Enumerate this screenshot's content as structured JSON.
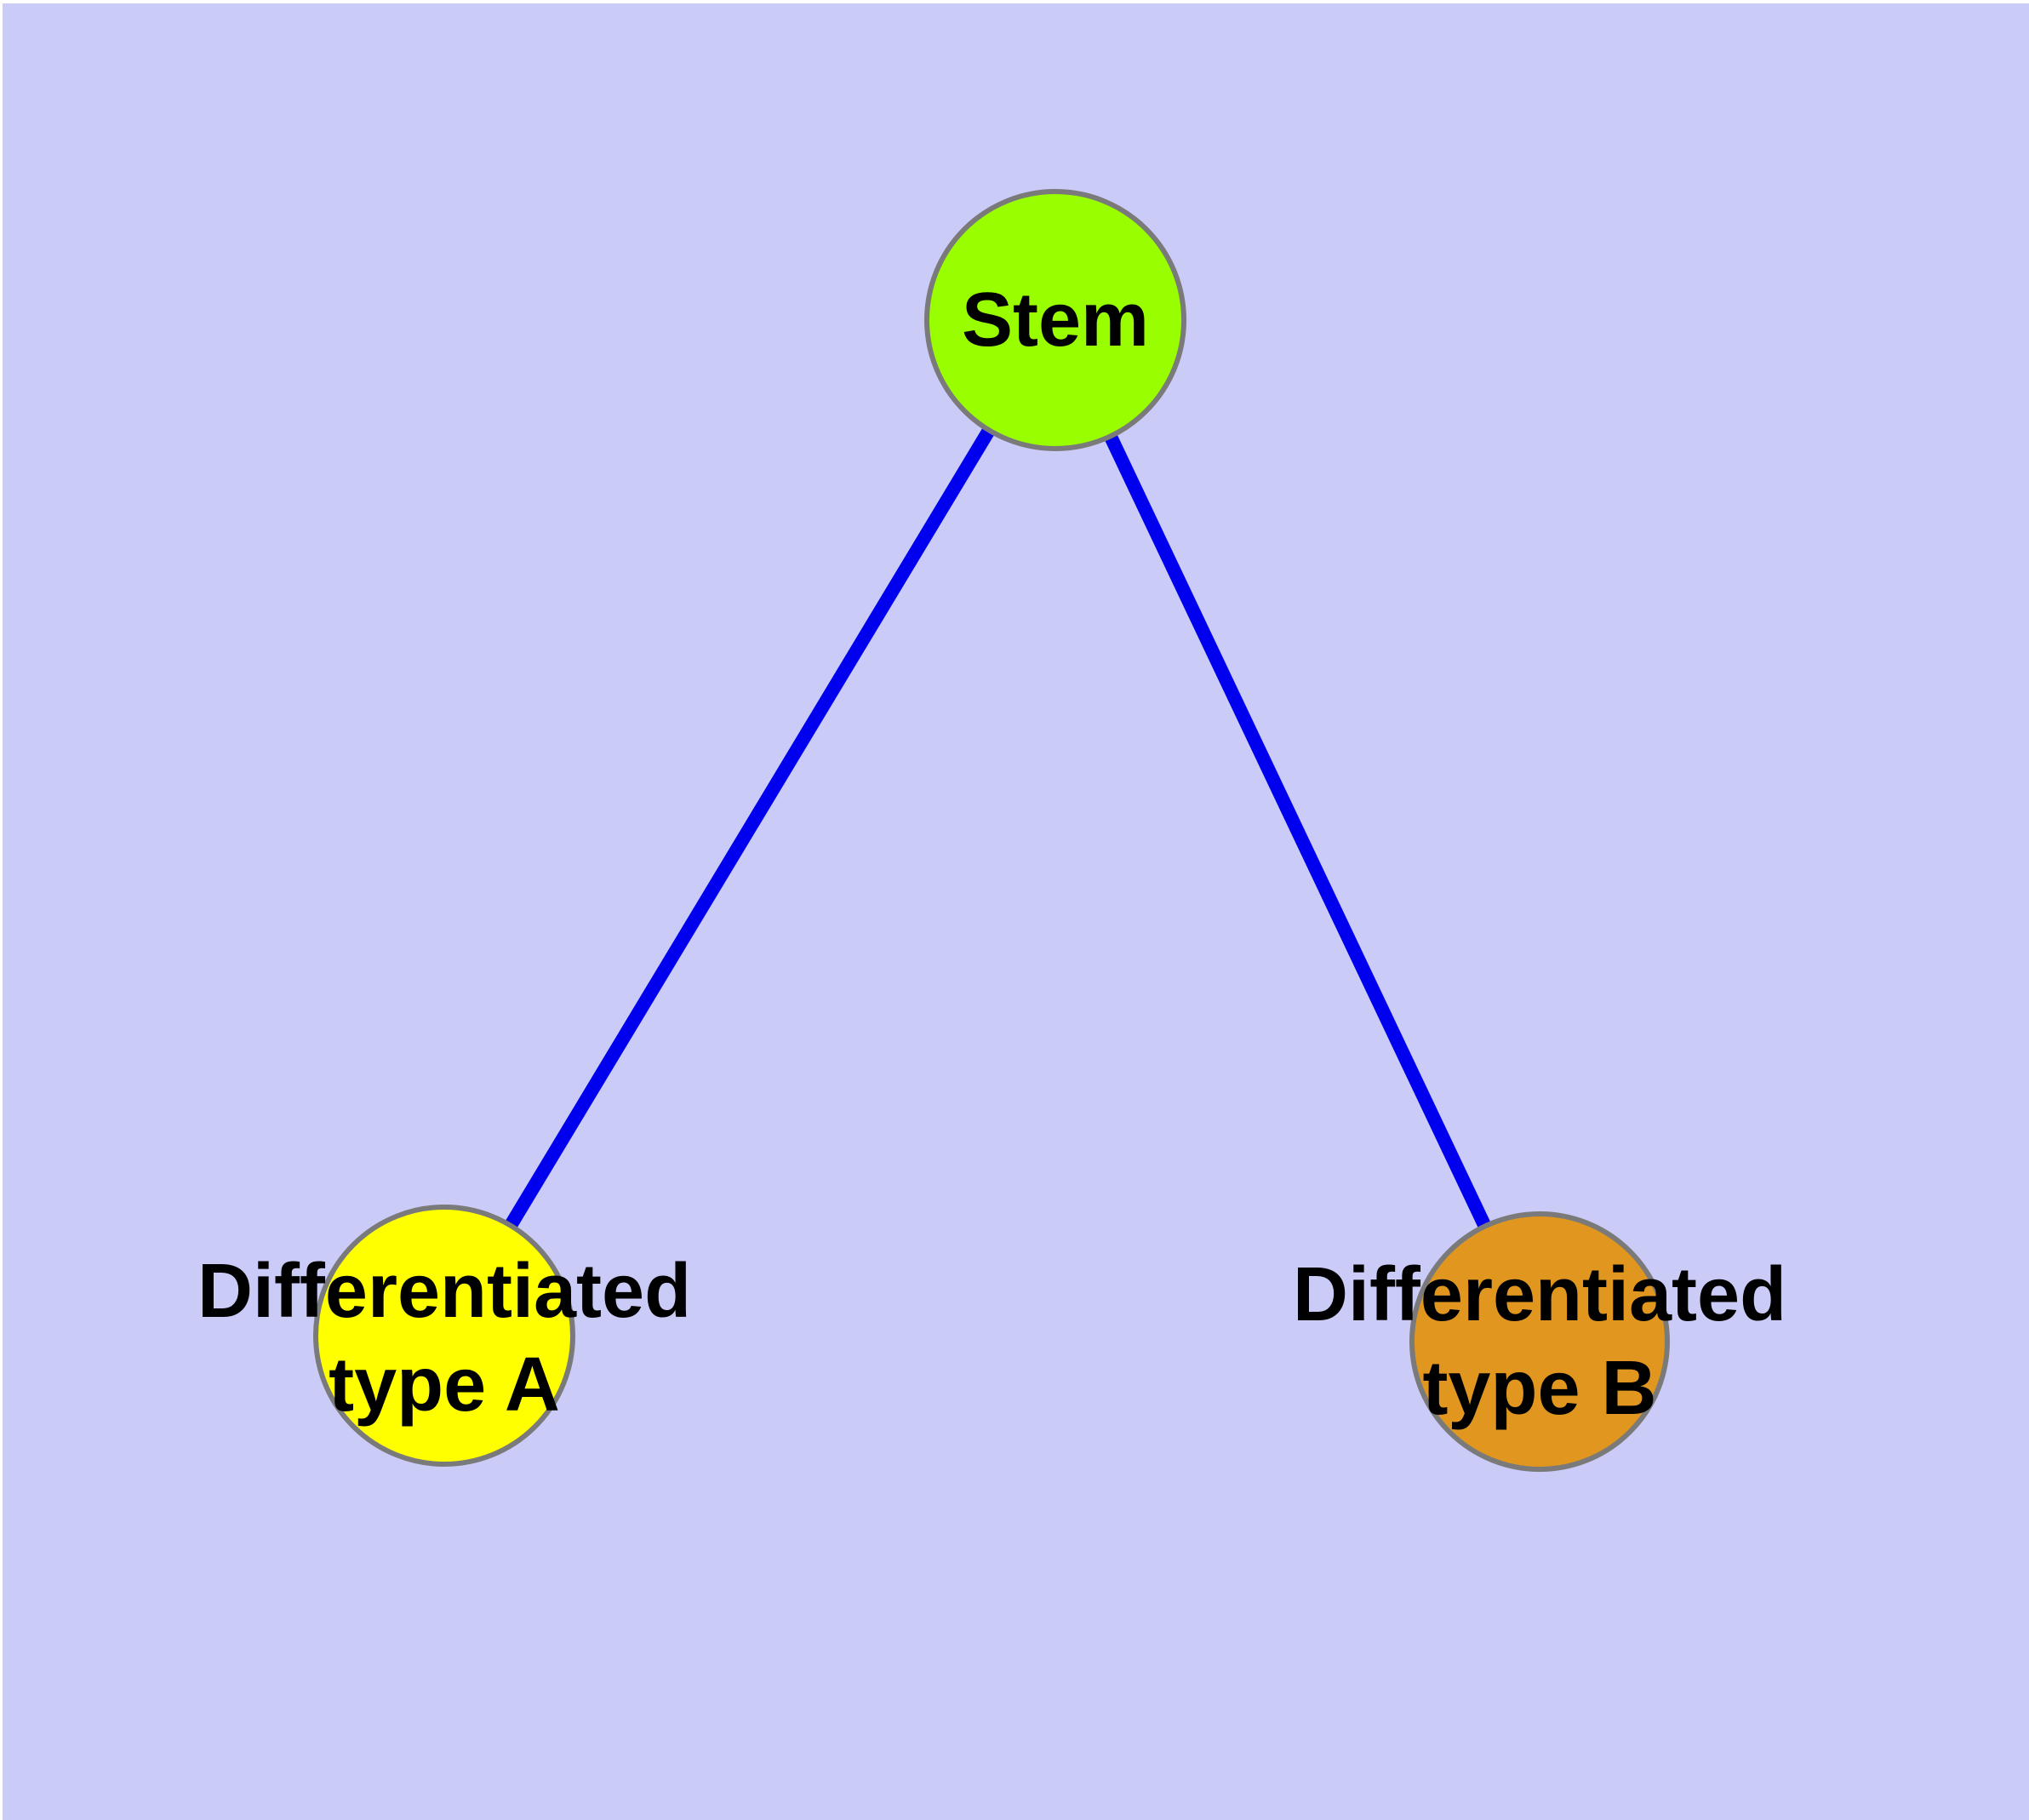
{
  "figure": {
    "type": "node-link-diagram",
    "background_color": "#cbcbf8",
    "frame_color": "#ffffff",
    "edge_color": "#0000ee",
    "node_border_color": "#7a7a7a",
    "nodes": [
      {
        "id": "stem",
        "label": "Stem",
        "fill_color": "#99ff00"
      },
      {
        "id": "diff-a",
        "label": "Differentiated\ntype A",
        "fill_color": "#ffff00"
      },
      {
        "id": "diff-b",
        "label": "Differentiated\ntype B",
        "fill_color": "#e0961f"
      }
    ],
    "edges": [
      {
        "from": "Stem",
        "to": "Differentiated type A"
      },
      {
        "from": "Stem",
        "to": "Differentiated type B"
      }
    ]
  }
}
